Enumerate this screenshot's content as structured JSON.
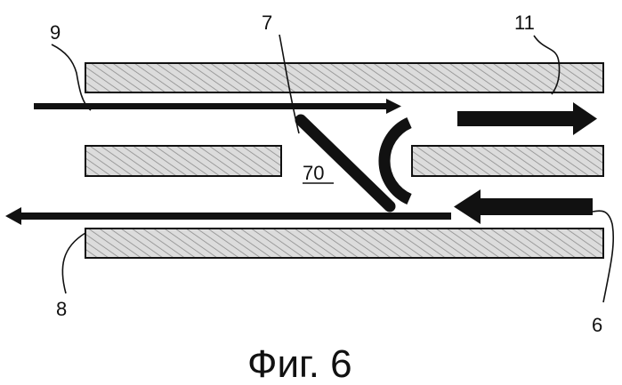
{
  "figure": {
    "labels": {
      "r9": "9",
      "r7": "7",
      "r11": "11",
      "r70": "70",
      "r8": "8",
      "r6": "6"
    },
    "caption": "Фиг. 6"
  },
  "colors": {
    "ink": "#111111",
    "hatch_fill": "#d9d9d9",
    "hatch_line": "#8a8a8a",
    "background": "#ffffff"
  }
}
